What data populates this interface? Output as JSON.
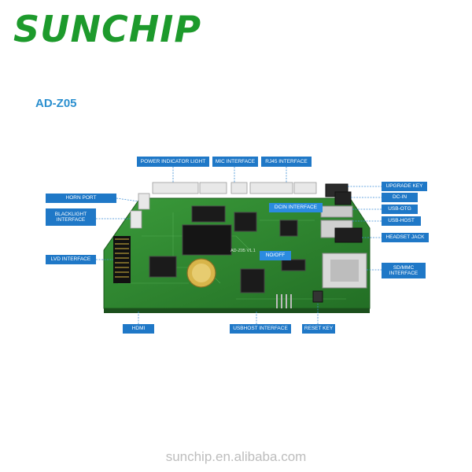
{
  "brand": {
    "logo_text": "SUNCHIP",
    "logo_color": "#1d9a2c"
  },
  "model": "AD-Z05",
  "board_silkscreen": "AD-Z05 V1.1",
  "labels": {
    "power_indicator_light": "POWER INDICATOR LIGHT",
    "mic_interface": "MIC INTERFACE",
    "rj45_interface": "RJ45 INTERFACE",
    "upgrade_key": "UPGRADE KEY",
    "dc_in": "DC-IN",
    "dcin_interface": "DCIN INTERFACE",
    "usb_otg": "USB-OTG",
    "usb_host": "USB-HOST",
    "headset_jack": "HEADSET JACK",
    "sd_mmc_interface": "SD/MMC INTERFACE",
    "horn_port": "HORN PORT",
    "backlight_interface": "BLACKLIGHT INTERFACE",
    "lvd_interface": "LVD INTERFACE",
    "no_off": "NO/OFF",
    "hdmi": "HDMI",
    "usbhost_interface": "USBHOST INTERFACE",
    "reset_key": "RESET KEY"
  },
  "footer": "sunchip.en.alibaba.com",
  "colors": {
    "label_bg": "#1f78c7",
    "board_green": "#2e8b2e",
    "model_text": "#2a8fcf"
  }
}
